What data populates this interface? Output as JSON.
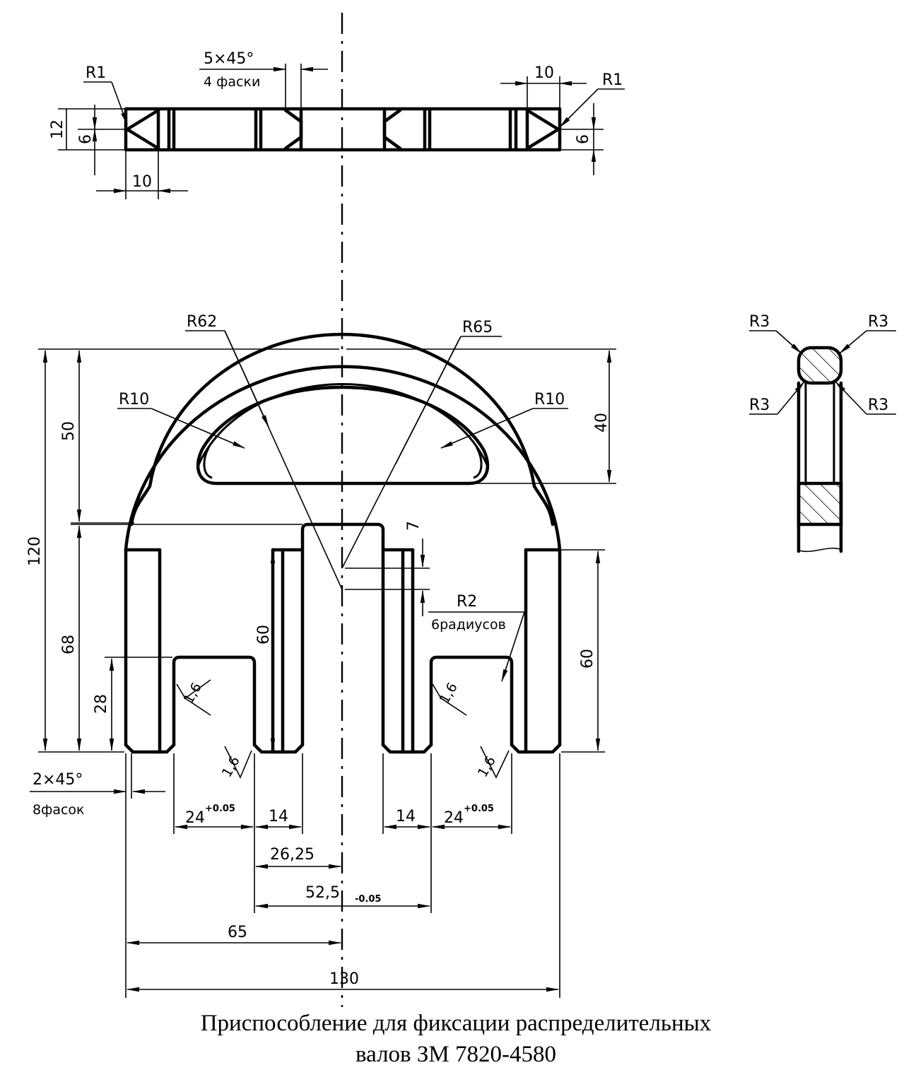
{
  "caption": {
    "line1": "Приспособление для фиксации распределительных",
    "line2": "валов ЗМ 7820-4580"
  },
  "top_view": {
    "chamfer_main": "5×45°",
    "chamfer_sub": "4 фаски",
    "dim_10_right": "10",
    "dim_10_left": "10",
    "dim_12": "12",
    "dim_6_left": "6",
    "dim_6_right": "6",
    "radius_left": "R1",
    "radius_right": "R1"
  },
  "front_view": {
    "r62": "R62",
    "r65": "R65",
    "r10_left": "R10",
    "r10_right": "R10",
    "dim_120": "120",
    "dim_50": "50",
    "dim_40": "40",
    "dim_68": "68",
    "dim_28": "28",
    "dim_60_left": "60",
    "dim_60_right": "60",
    "dim_7": "7",
    "r2_main": "R2",
    "r2_sub": "6радиусов",
    "chamfer_main": "2×45°",
    "chamfer_sub": "8фасок",
    "dim_24": "24",
    "tol_24": "+0.05",
    "dim_24_b": "24",
    "tol_24_b": "+0.05",
    "dim_14_left": "14",
    "dim_14_right": "14",
    "dim_26_25": "26,25",
    "dim_52_5": "52,5",
    "tol_52_5": "-0.05",
    "dim_65": "65",
    "dim_130": "130",
    "rough_1": "1,6",
    "rough_2": "1,6",
    "rough_3": "1,6",
    "rough_4": "1,6"
  },
  "section_view": {
    "r3_tl": "R3",
    "r3_tr": "R3",
    "r3_ml": "R3",
    "r3_mr": "R3"
  }
}
